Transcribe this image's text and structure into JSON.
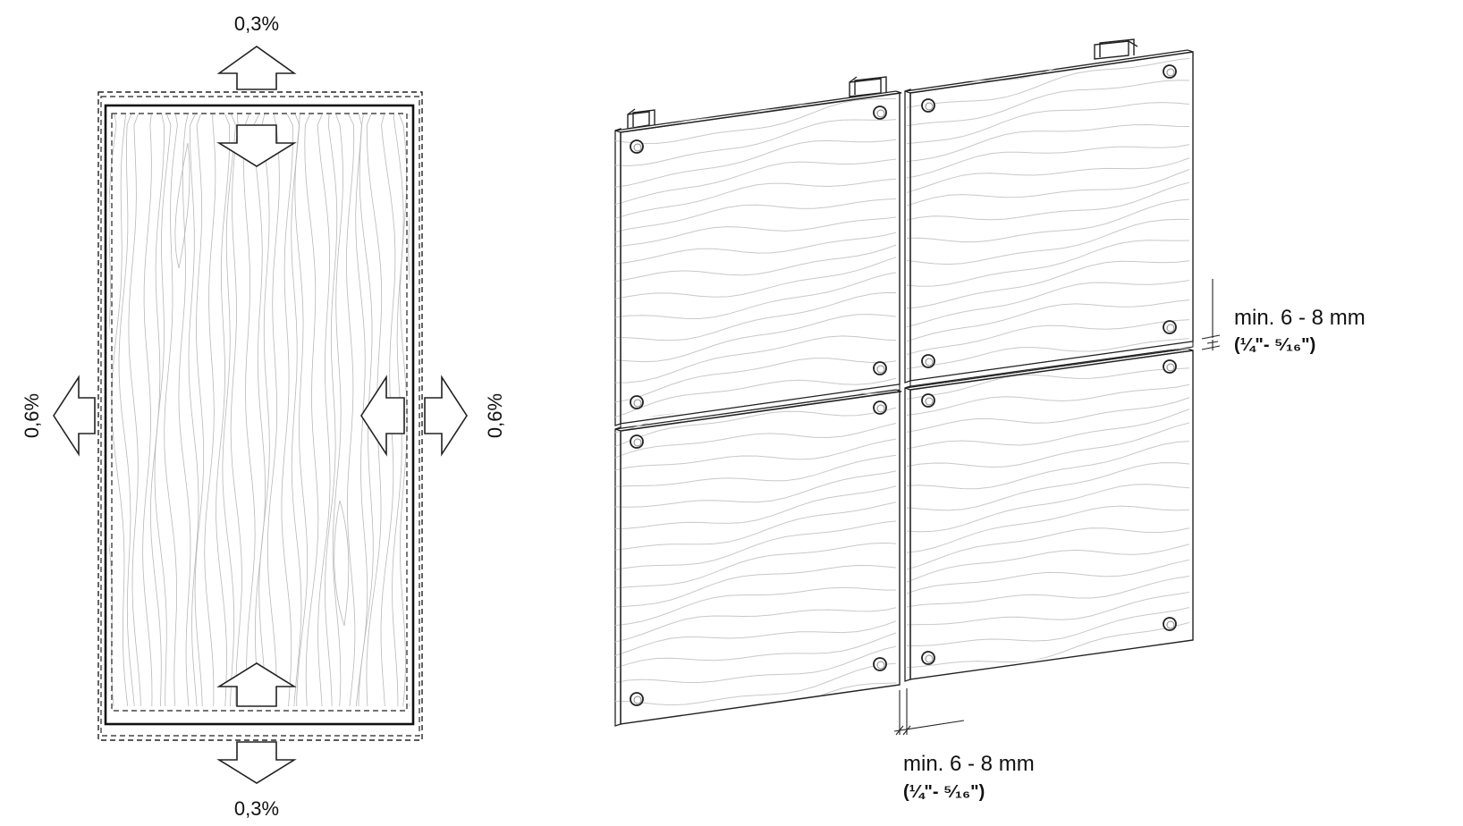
{
  "panel_expansion": {
    "top_label": "0,3%",
    "bottom_label": "0,3%",
    "left_label": "0,6%",
    "right_label": "0,6%"
  },
  "facade_joints": {
    "horizontal_joint": {
      "line1": "min. 6 - 8 mm",
      "line2": "(¼\"- ⁵⁄₁₆\")"
    },
    "vertical_joint": {
      "line1": "min. 6 - 8 mm",
      "line2": "(¼\"- ⁵⁄₁₆\")"
    }
  },
  "colors": {
    "line": "#222222",
    "grain": "#c8c8c8",
    "background": "#ffffff"
  }
}
